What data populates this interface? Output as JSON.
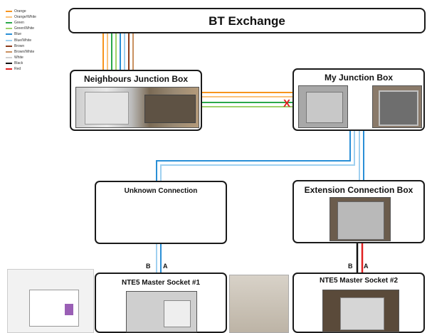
{
  "legend": [
    {
      "label": "Orange",
      "color": "#f7941d"
    },
    {
      "label": "Orange/White",
      "color": "#fbc27a"
    },
    {
      "label": "Green",
      "color": "#2aa84a"
    },
    {
      "label": "Green/White",
      "color": "#9fd36b"
    },
    {
      "label": "Blue",
      "color": "#2a8fd6"
    },
    {
      "label": "Blue/White",
      "color": "#9fd0f0"
    },
    {
      "label": "Brown",
      "color": "#8b3a1a"
    },
    {
      "label": "Brown/White",
      "color": "#c9905f"
    },
    {
      "label": "White",
      "color": "#d0d0d0"
    },
    {
      "label": "Black",
      "color": "#111111"
    },
    {
      "label": "Red",
      "color": "#e02020"
    }
  ],
  "nodes": {
    "bt_exchange": "BT Exchange",
    "neighbours_box": "Neighbours Junction Box",
    "my_box": "My Junction Box",
    "unknown": "Unknown Connection",
    "extension_box": "Extension Connection Box",
    "socket1": "NTE5 Master Socket #1",
    "socket2": "NTE5 Master Socket #2"
  },
  "wire_labels": {
    "socket1_b": "B",
    "socket1_a": "A",
    "socket2_b": "B",
    "socket2_a": "A"
  },
  "break_mark": "X"
}
